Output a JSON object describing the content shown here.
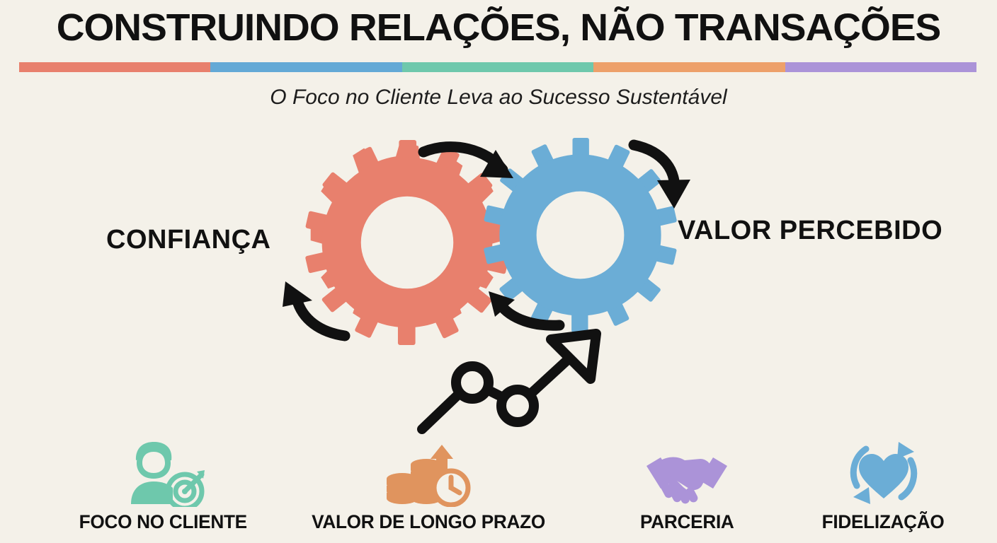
{
  "header": {
    "title": "CONSTRUINDO RELAÇÕES, NÃO TRANSAÇÕES",
    "subtitle": "O Foco no Cliente Leva ao Sucesso Sustentável",
    "accent_segments": [
      {
        "name": "coral",
        "color": "#e8806d"
      },
      {
        "name": "blue",
        "color": "#63a9d6"
      },
      {
        "name": "green",
        "color": "#6ec8ac"
      },
      {
        "name": "orange",
        "color": "#eda06a"
      },
      {
        "name": "purple",
        "color": "#ab93d8"
      }
    ]
  },
  "diagram": {
    "gears": [
      {
        "name": "gear-confianca",
        "label": "CONFIANÇA",
        "color": "#e8806d",
        "teeth": 14
      },
      {
        "name": "gear-valor-percebido",
        "label": "VALOR PERCEBIDO",
        "color": "#6badd6",
        "teeth": 14
      }
    ],
    "cycle_arrows": [
      {
        "name": "arrow-top-center",
        "direction": "right"
      },
      {
        "name": "arrow-top-right",
        "direction": "down-right"
      },
      {
        "name": "arrow-bottom-left",
        "direction": "up-left"
      },
      {
        "name": "arrow-bottom-center",
        "direction": "up-left"
      }
    ],
    "growth_chart": {
      "name": "growth-trend-arrow",
      "color": "#111111",
      "nodes": 2
    }
  },
  "features": [
    {
      "id": "f0",
      "icon": "customer-focus-icon",
      "icon_color": "#6ec8ac",
      "label": "FOCO NO CLIENTE"
    },
    {
      "id": "f1",
      "icon": "long-term-value-icon",
      "icon_color": "#e0945e",
      "label": "VALOR DE LONGO PRAZO"
    },
    {
      "id": "f2",
      "icon": "handshake-icon",
      "icon_color": "#ab93d8",
      "label": "PARCERIA"
    },
    {
      "id": "f3",
      "icon": "loyalty-heart-cycle-icon",
      "icon_color": "#6badd6",
      "label": "FIDELIZAÇÃO"
    }
  ],
  "background_color": "#f4f1e9",
  "text_color": "#111111"
}
